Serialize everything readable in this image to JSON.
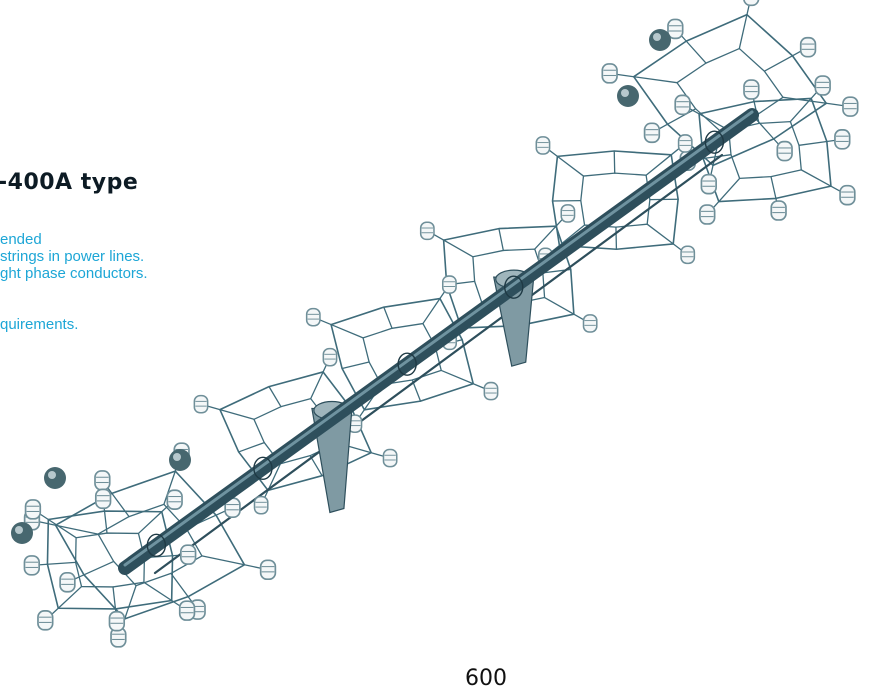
{
  "heading": "-400A type",
  "description_lines": [
    "ended",
    "strings in power lines.",
    "ght phase conductors.",
    "",
    "",
    "quirements."
  ],
  "page_number": "600",
  "illustration": {
    "subject": "spacer-damper assembly with suspended insulator strings",
    "colors": {
      "rod": "#2e4f5c",
      "frame": "#3f6c7b",
      "clamp": "#6f8f99",
      "plate": "#7f9aa3",
      "heading_text": "#0d1b24",
      "body_text": "#1da6d6"
    }
  }
}
